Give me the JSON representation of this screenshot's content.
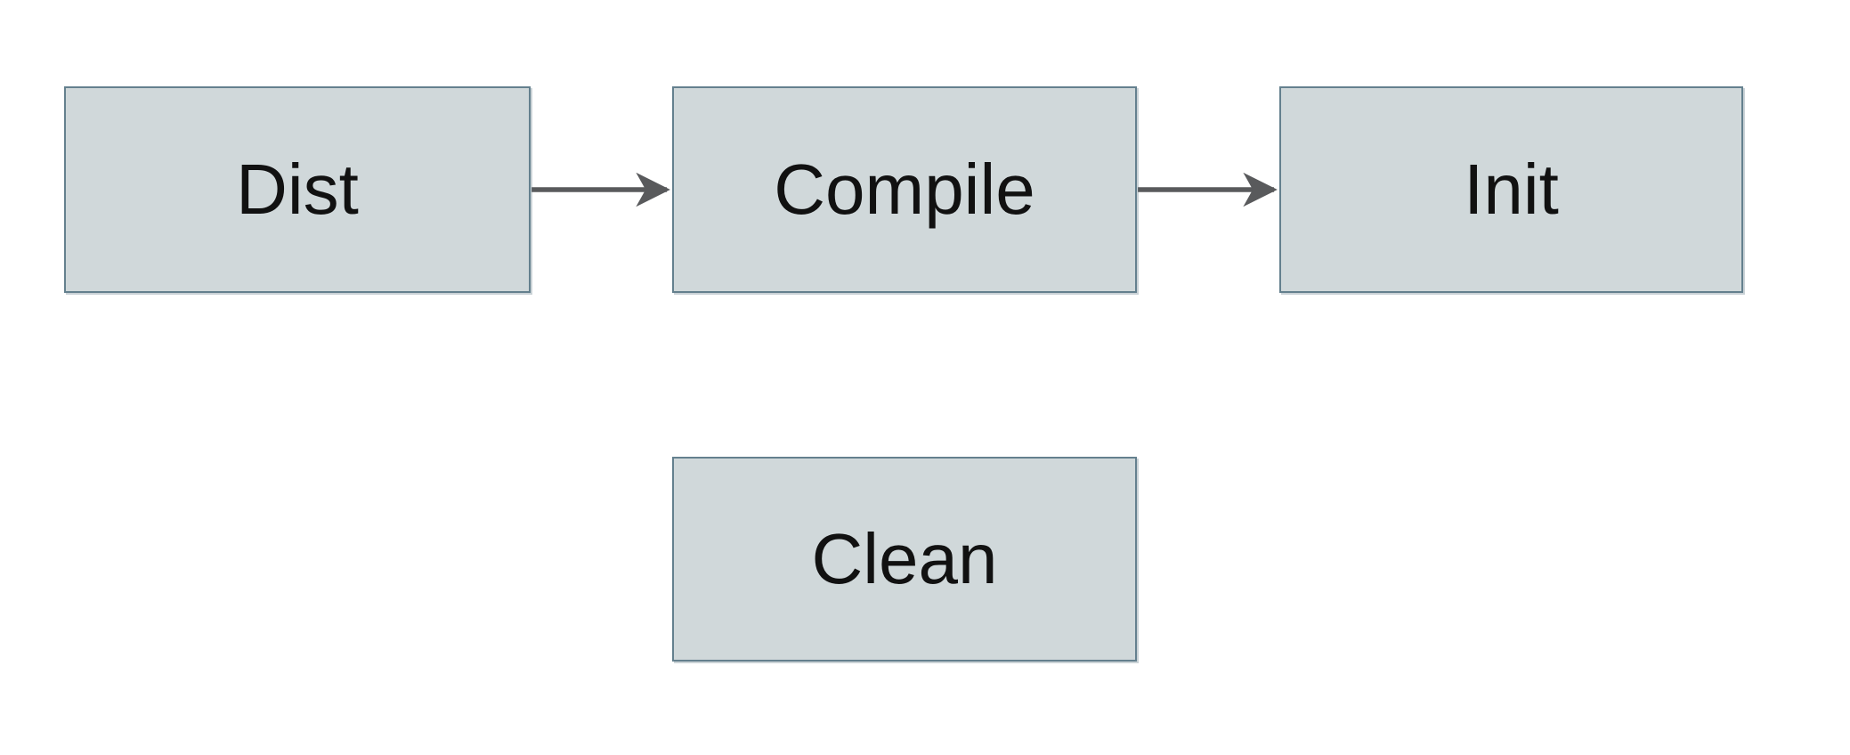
{
  "diagram": {
    "type": "flowchart",
    "nodes": [
      {
        "id": "dist",
        "label": "Dist"
      },
      {
        "id": "compile",
        "label": "Compile"
      },
      {
        "id": "init",
        "label": "Init"
      },
      {
        "id": "clean",
        "label": "Clean"
      }
    ],
    "edges": [
      {
        "from": "Dist",
        "to": "Compile",
        "style": "solid-arrow-right"
      },
      {
        "from": "Compile",
        "to": "Init",
        "style": "solid-arrow-right"
      }
    ],
    "colors": {
      "background": "#ffffff",
      "node_fill": "#d0d8da",
      "node_border": "#64808e",
      "arrow": "#595a5c",
      "label_text": "#111111"
    }
  }
}
